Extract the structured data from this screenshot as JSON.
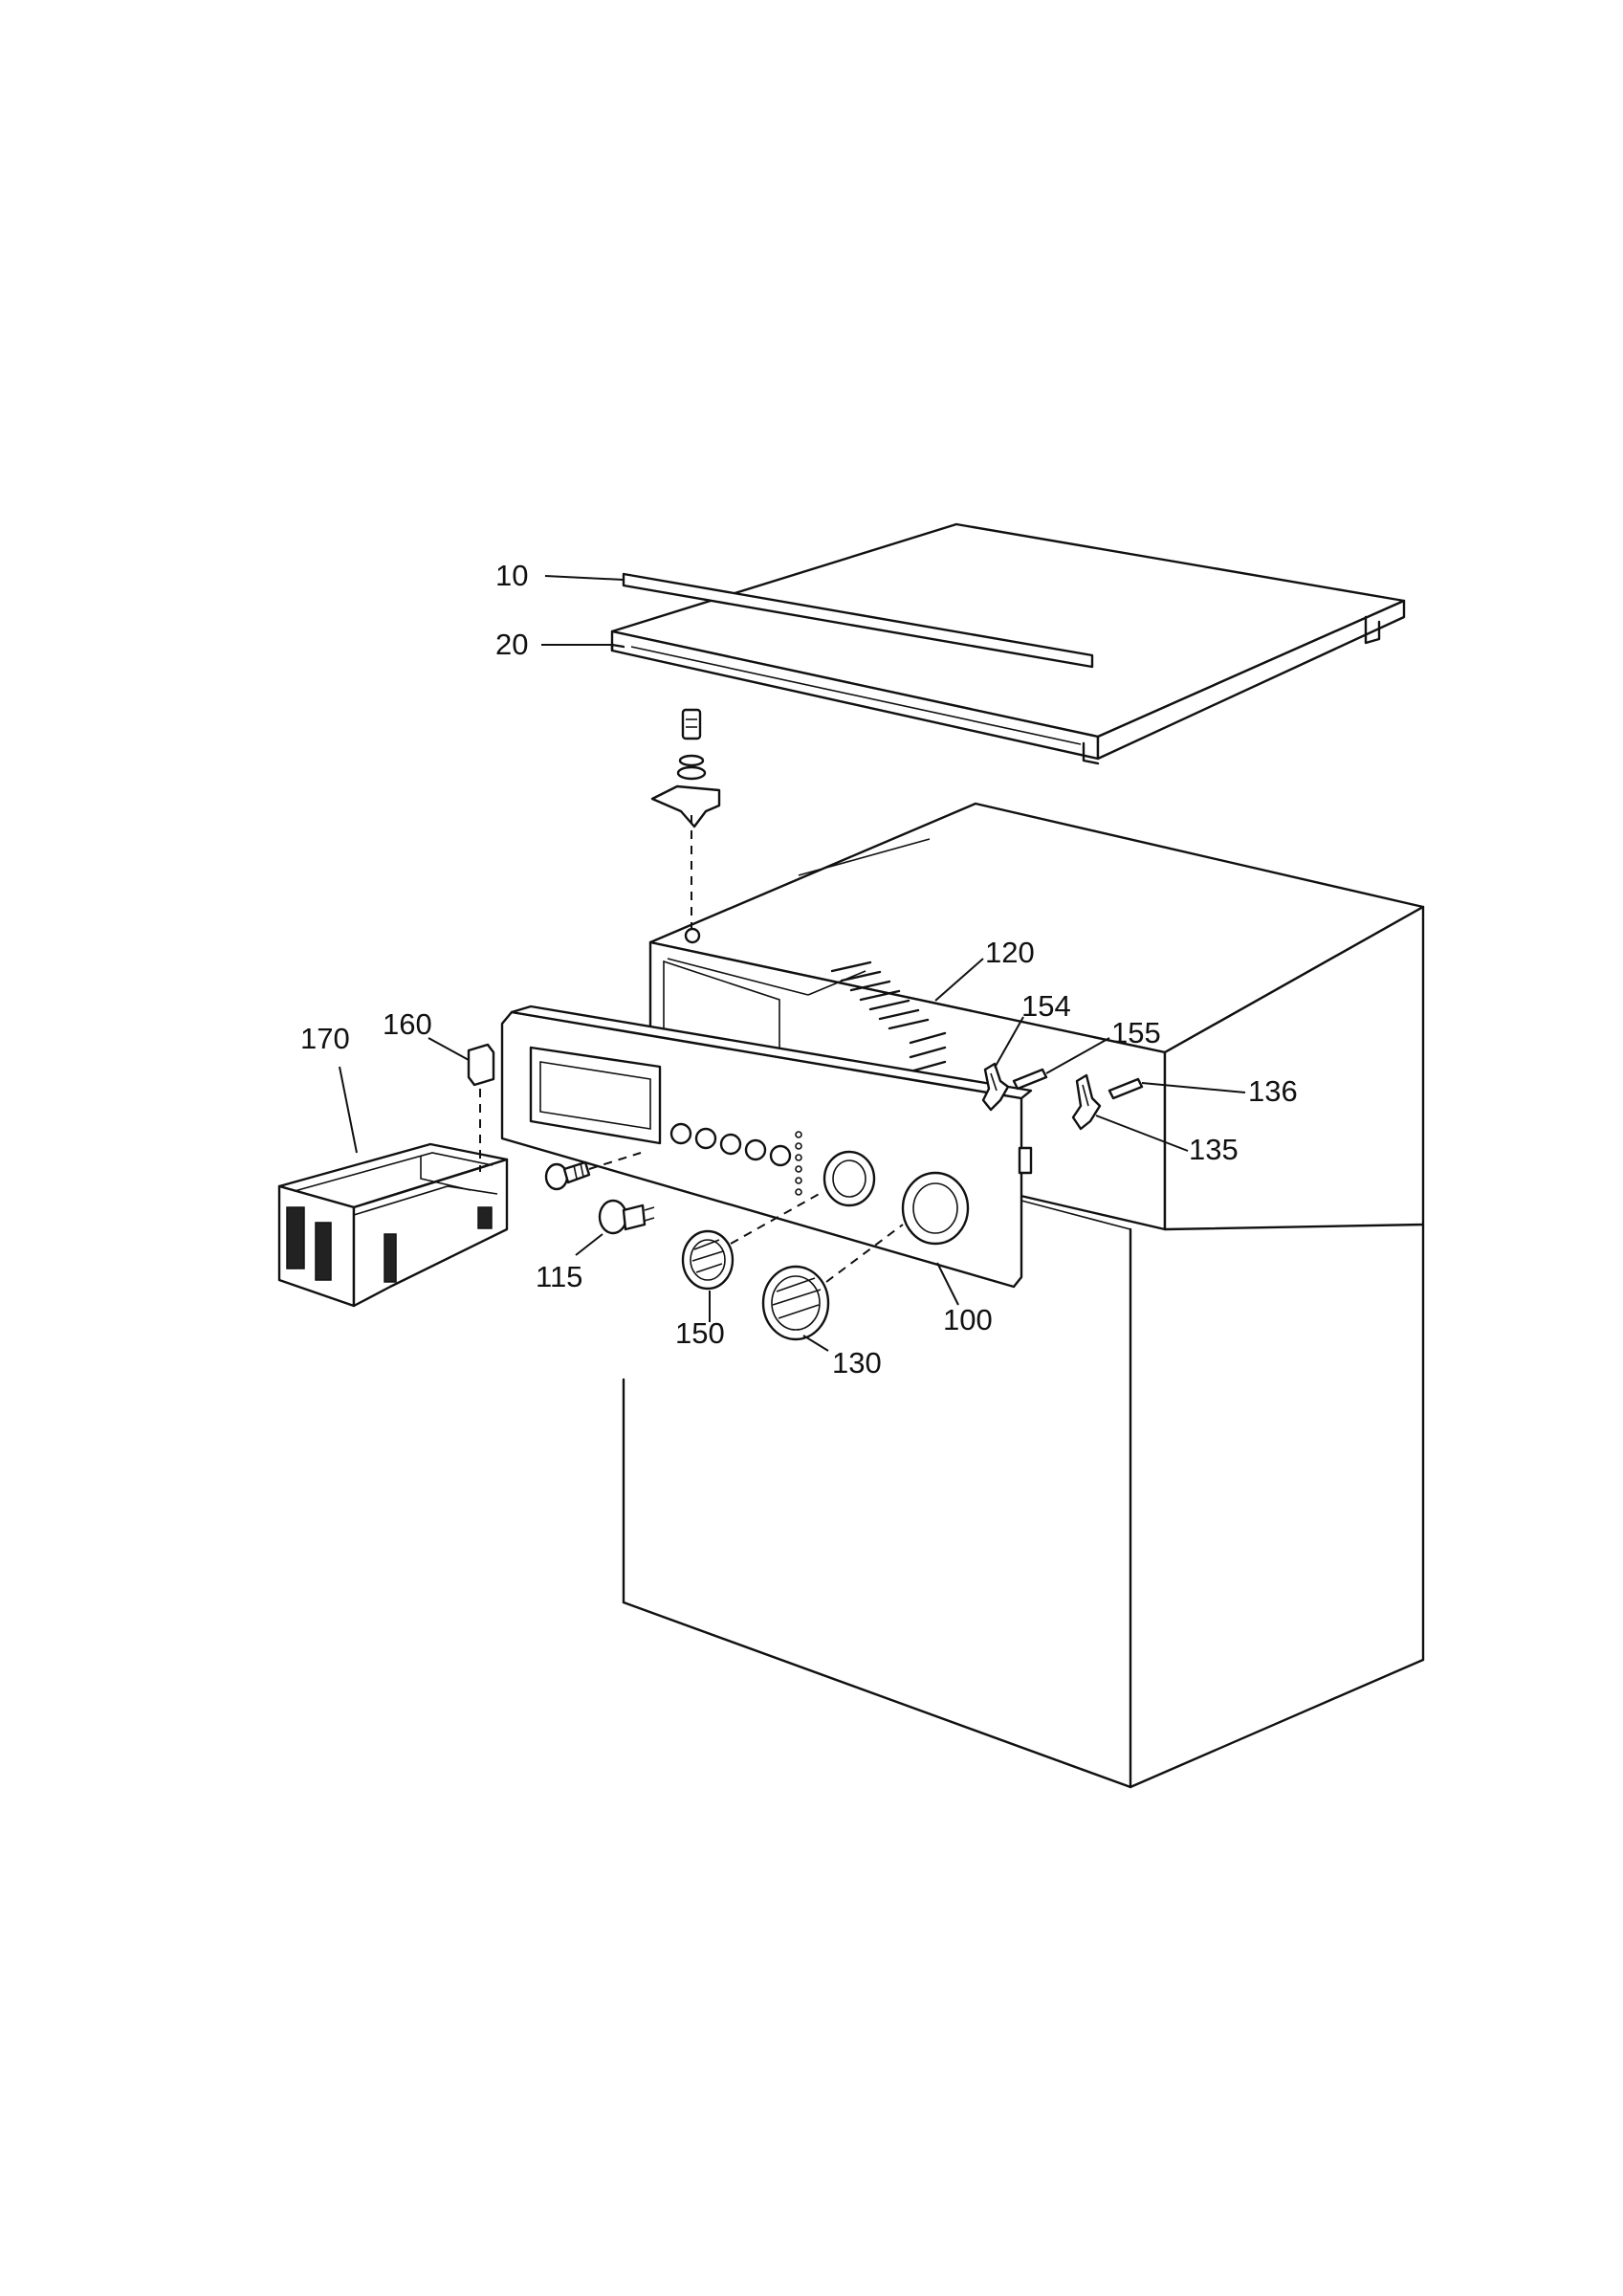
{
  "diagram": {
    "type": "exploded-parts-view",
    "callouts": [
      {
        "id": "part-10",
        "label": "10"
      },
      {
        "id": "part-20",
        "label": "20"
      },
      {
        "id": "part-120",
        "label": "120"
      },
      {
        "id": "part-154",
        "label": "154"
      },
      {
        "id": "part-155",
        "label": "155"
      },
      {
        "id": "part-136",
        "label": "136"
      },
      {
        "id": "part-135",
        "label": "135"
      },
      {
        "id": "part-170",
        "label": "170"
      },
      {
        "id": "part-160",
        "label": "160"
      },
      {
        "id": "part-115",
        "label": "115"
      },
      {
        "id": "part-150",
        "label": "150"
      },
      {
        "id": "part-130",
        "label": "130"
      },
      {
        "id": "part-100",
        "label": "100"
      }
    ]
  }
}
